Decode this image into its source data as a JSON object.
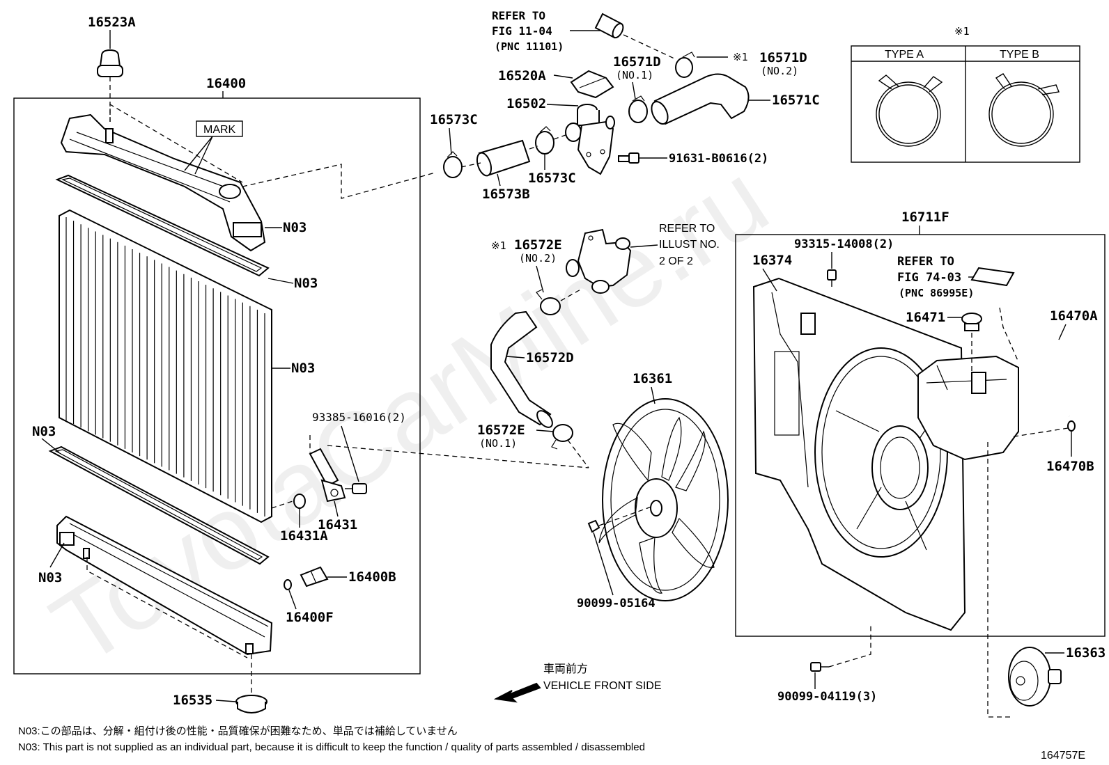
{
  "watermark": "ToyotaCarMine.ru",
  "parts": {
    "p16523A": "16523A",
    "p16400": "16400",
    "mark": "MARK",
    "n03_a": "N03",
    "n03_b": "N03",
    "n03_c": "N03",
    "n03_d": "N03",
    "n03_e": "N03",
    "p93385": "93385-16016(2)",
    "p16431": "16431",
    "p16431A": "16431A",
    "p16400B": "16400B",
    "p16400F": "16400F",
    "p16535": "16535",
    "refer1_a": "REFER TO",
    "refer1_b": "FIG 11-04",
    "refer1_c": "(PNC 11101)",
    "p16520A": "16520A",
    "p16502": "16502",
    "p16573C_a": "16573C",
    "p16573C_b": "16573C",
    "p16573B": "16573B",
    "p16571D_a": "16571D",
    "p16571D_a_no": "(NO.1)",
    "p16571D_b_mark": "※1",
    "p16571D_b": "16571D",
    "p16571D_b_no": "(NO.2)",
    "p16571C": "16571C",
    "p91631": "91631-B0616(2)",
    "p16572E_a_mark": "※1",
    "p16572E_a": "16572E",
    "p16572E_a_no": "(NO.2)",
    "refer2_a": "REFER TO",
    "refer2_b": "ILLUST NO.",
    "refer2_c": "2 OF 2",
    "p16572D": "16572D",
    "p16572E_b": "16572E",
    "p16572E_b_no": "(NO.1)",
    "p16361": "16361",
    "p90099_05164": "90099-05164",
    "vehicle_jp": "車両前方",
    "vehicle_en": "VEHICLE FRONT SIDE",
    "p16711F": "16711F",
    "p16374": "16374",
    "p93315": "93315-14008(2)",
    "refer3_a": "REFER TO",
    "refer3_b": "FIG 74-03",
    "refer3_c": "(PNC 86995E)",
    "p16471": "16471",
    "p16470A": "16470A",
    "p16470B": "16470B",
    "p16363": "16363",
    "p90099_04119": "90099-04119(3)"
  },
  "legend": {
    "mark": "※1",
    "type_a": "TYPE A",
    "type_b": "TYPE B"
  },
  "notes": {
    "jp": "N03:この部品は、分解・組付け後の性能・品質確保が困難なため、単品では補給していません",
    "en": "N03: This part is not supplied as an individual part, because it is difficult to keep the function / quality of parts assembled / disassembled"
  },
  "figure_id": "164757E"
}
